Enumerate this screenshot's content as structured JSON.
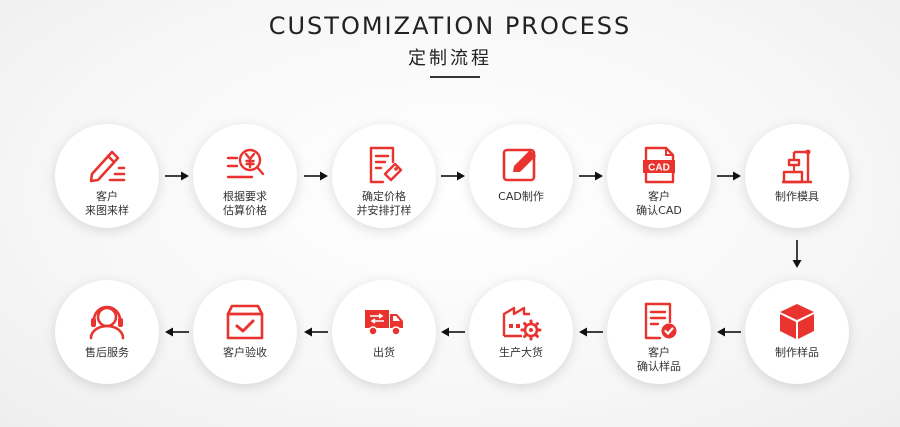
{
  "header": {
    "title_en": "CUSTOMIZATION PROCESS",
    "title_cn": "定制流程"
  },
  "colors": {
    "accent": "#e8332f",
    "text": "#333333"
  },
  "steps": [
    {
      "icon": "pencil-edit-icon",
      "lines": [
        "客户",
        "来图来样"
      ]
    },
    {
      "icon": "price-estimate-icon",
      "lines": [
        "根据要求",
        "估算价格"
      ]
    },
    {
      "icon": "document-tag-icon",
      "lines": [
        "确定价格",
        "并安排打样"
      ]
    },
    {
      "icon": "cad-drawing-icon",
      "lines": [
        "CAD制作"
      ]
    },
    {
      "icon": "cad-file-icon",
      "lines": [
        "客户",
        "确认CAD"
      ]
    },
    {
      "icon": "mold-machine-icon",
      "lines": [
        "制作模具"
      ]
    },
    {
      "icon": "package-box-icon",
      "lines": [
        "制作样品"
      ]
    },
    {
      "icon": "checklist-icon",
      "lines": [
        "客户",
        "确认样品"
      ]
    },
    {
      "icon": "factory-gear-icon",
      "lines": [
        "生产大货"
      ]
    },
    {
      "icon": "delivery-truck-icon",
      "lines": [
        "出货"
      ]
    },
    {
      "icon": "box-check-icon",
      "lines": [
        "客户验收"
      ]
    },
    {
      "icon": "headset-service-icon",
      "lines": [
        "售后服务"
      ]
    }
  ]
}
